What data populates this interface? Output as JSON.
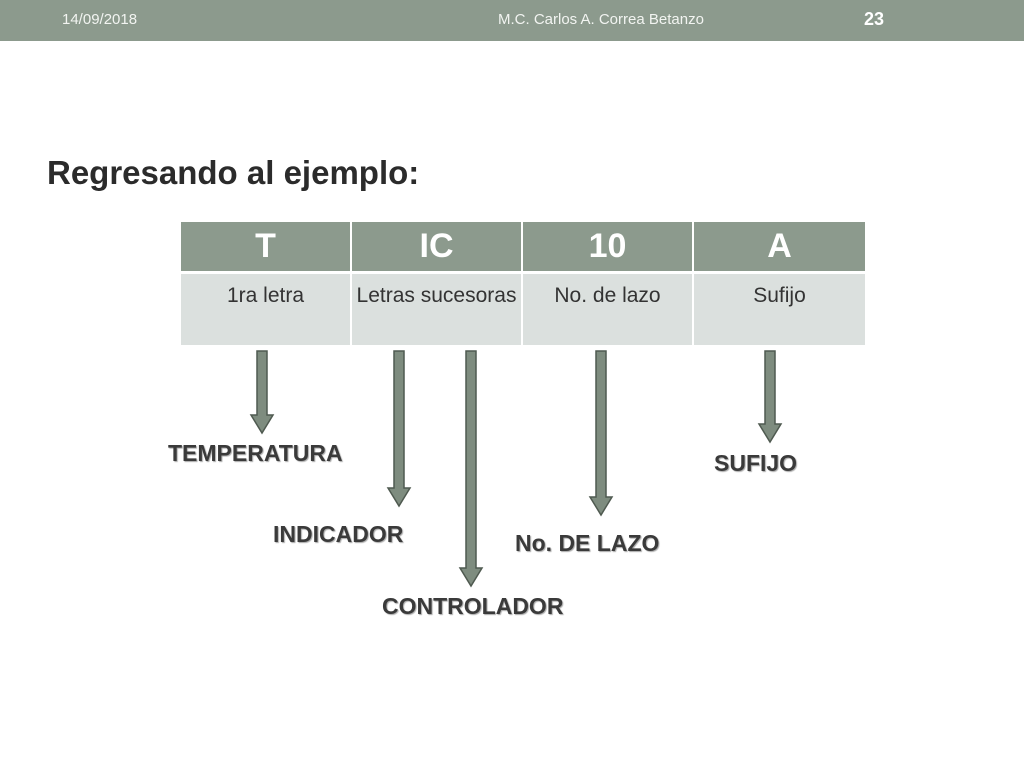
{
  "header": {
    "date": "14/09/2018",
    "author": "M.C. Carlos A. Correa Betanzo",
    "page_number": "23"
  },
  "title": "Regresando al ejemplo:",
  "table": {
    "headers": [
      "T",
      "IC",
      "10",
      "A"
    ],
    "descriptions": [
      "1ra letra",
      "Letras sucesoras",
      "No. de lazo",
      "Sufijo"
    ]
  },
  "labels": {
    "temperatura": "TEMPERATURA",
    "indicador": "INDICADOR",
    "controlador": "CONTROLADOR",
    "lazo": "No. DE LAZO",
    "sufijo": "SUFIJO"
  },
  "colors": {
    "bar": "#8c9a8d",
    "cell": "#dbe0de",
    "arrow_fill": "#7e8c7f",
    "arrow_stroke": "#4f5a50"
  }
}
